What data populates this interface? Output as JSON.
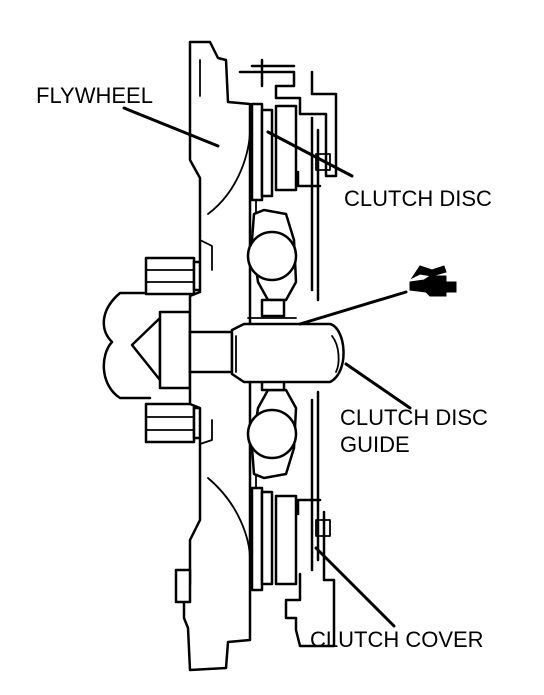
{
  "labels": {
    "flywheel": "FLYWHEEL",
    "clutch_disc": "CLUTCH DISC",
    "clutch_disc_guide_line1": "CLUTCH DISC",
    "clutch_disc_guide_line2": "GUIDE",
    "clutch_cover": "CLUTCH COVER"
  },
  "icons": {
    "grease": "grease-gun-icon"
  },
  "colors": {
    "line": "#000000",
    "background": "#ffffff"
  }
}
